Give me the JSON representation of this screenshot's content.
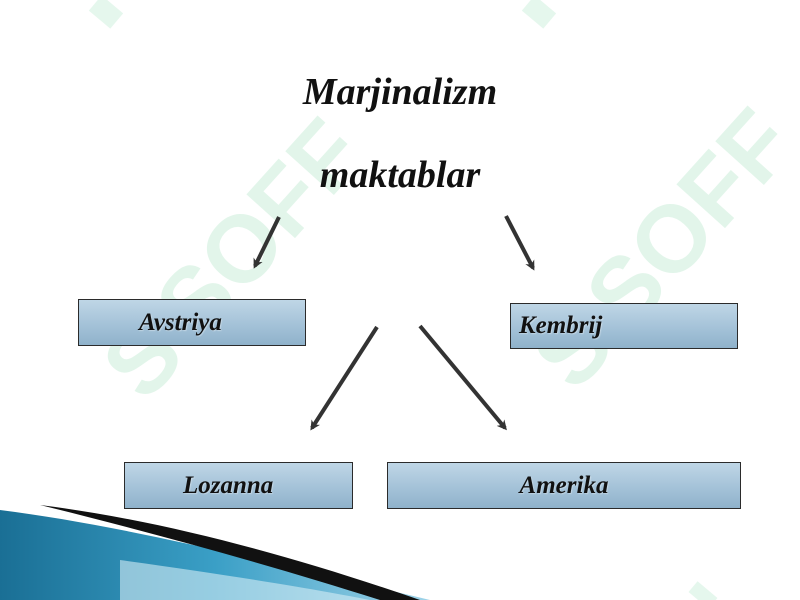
{
  "title": {
    "line1": "Marjinalizm",
    "line2": "maktablar"
  },
  "schools": [
    {
      "label": "Avstriya"
    },
    {
      "label": "Kembrij"
    },
    {
      "label": "Lozanna"
    },
    {
      "label": "Amerika"
    }
  ],
  "watermark": {
    "text": "SOFF"
  },
  "colors": {
    "box_fill": "#a4c2d8",
    "box_border": "#2b2b2b",
    "arrow": "#333333",
    "watermark": "#7fd6a4",
    "accent_blue": "#1f7fa8"
  }
}
